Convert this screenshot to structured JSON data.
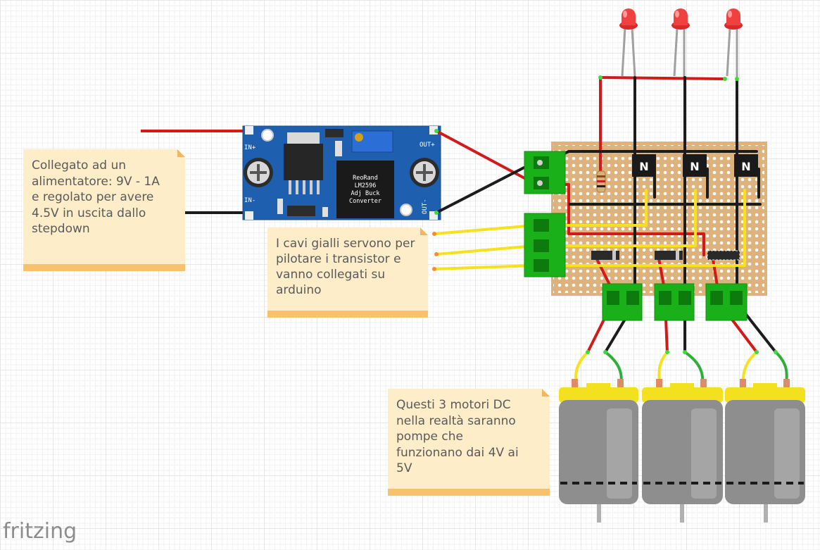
{
  "notes": {
    "power": "Collegato ad un\nalimentatore: 9V - 1A\ne regolato per avere\n4.5V in uscita dallo\nstepdown",
    "yellow_wires": "I cavi gialli servono per\npilotare i transistor e\nvanno collegati su\narduino",
    "motors": "Questi 3 motori DC\nnella realtà saranno\npompe che\nfunzionano dai 4V ai\n5V"
  },
  "buck_converter": {
    "chip_label_1": "ReoRand",
    "chip_label_2": "LM2596",
    "chip_label_3": "Adj Buck",
    "chip_label_4": "Converter",
    "in_plus": "IN+",
    "in_minus": "IN-",
    "out_plus": "OUT+",
    "out_minus": "OUT-"
  },
  "transistor_marking": "N",
  "logo": "fritzing",
  "colors": {
    "wire_red": "#d11a1a",
    "wire_black": "#1c1c1c",
    "wire_yellow": "#f5e11c",
    "wire_green": "#2fae3a",
    "stripboard": "#ddb27c",
    "module_blue": "#1f5fb0",
    "terminal_green": "#19b019",
    "motor_yellow": "#f3e120",
    "motor_gray": "#8e8e8e",
    "led_red": "#f04040"
  }
}
